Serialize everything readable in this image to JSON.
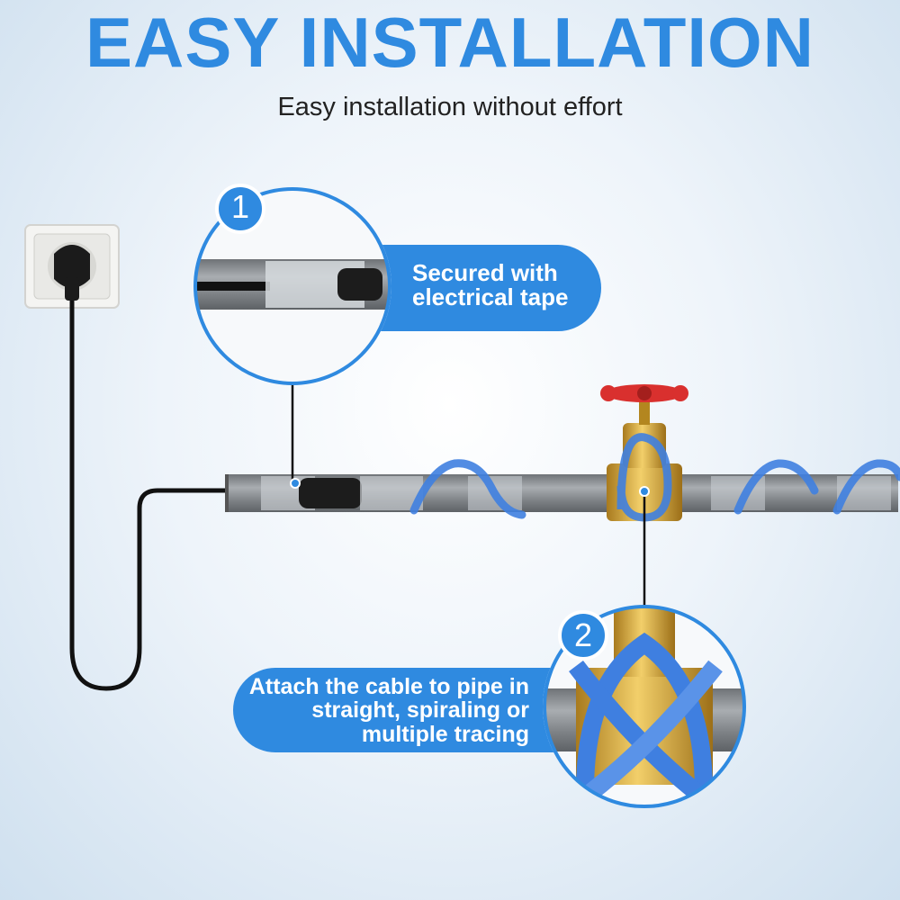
{
  "header": {
    "title": "EASY INSTALLATION",
    "subtitle": "Easy installation without effort"
  },
  "steps": [
    {
      "number": "1",
      "text": "Secured with electrical tape"
    },
    {
      "number": "2",
      "text": "Attach the cable to pipe in straight, spiraling or multiple tracing"
    }
  ],
  "colors": {
    "accent": "#2f8ae0",
    "title": "#2f8ae0",
    "cable": "#3f7fe0",
    "pipe": "#8d9195",
    "brass": "#d7a838",
    "valve_handle": "#d9302e"
  }
}
